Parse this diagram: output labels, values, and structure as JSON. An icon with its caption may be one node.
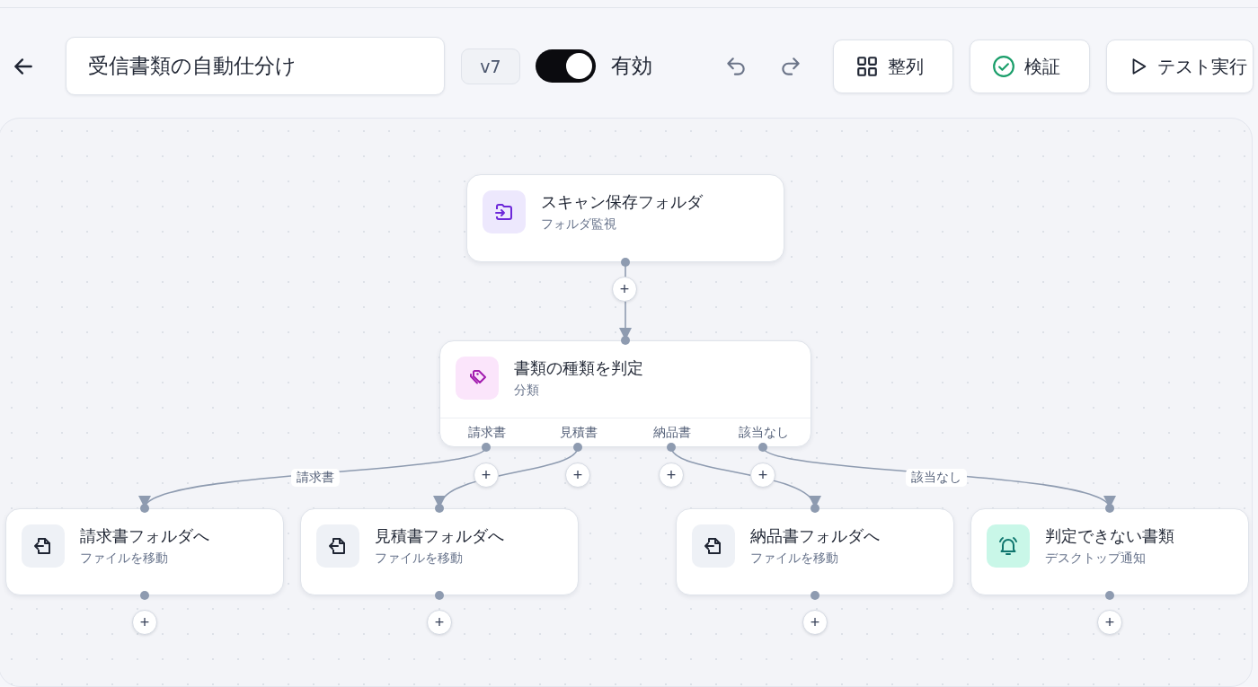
{
  "diagram": {
    "title": "受信書類の自動仕分け",
    "nodes": [
      {
        "text": [
          "スキャン保存フォルダ",
          "フォルダ監視"
        ]
      },
      {
        "text": [
          "書類の種類を判定",
          "分類",
          "請求書",
          "見積書",
          "納品書",
          "該当なし"
        ]
      },
      {
        "text": [
          "請求書フォルダへ",
          "ファイルを移動"
        ]
      },
      {
        "text": [
          "見積書フォルダへ",
          "ファイルを移動"
        ]
      },
      {
        "text": [
          "納品書フォルダへ",
          "ファイルを移動"
        ]
      },
      {
        "text": [
          "判定できない書類",
          "デスクトップ通知"
        ]
      }
    ],
    "edges": [
      {
        "from": 0,
        "to": 1,
        "arrow": "to"
      },
      {
        "from": 1,
        "to": 2,
        "arrow": "to",
        "label": "請求書"
      },
      {
        "from": 1,
        "to": 3,
        "arrow": "to"
      },
      {
        "from": 1,
        "to": 4,
        "arrow": "to"
      },
      {
        "from": 1,
        "to": 5,
        "arrow": "to",
        "label": "該当なし"
      }
    ],
    "labels": [
      "v7",
      "有効",
      "整列",
      "検証",
      "テスト実行",
      "+",
      "+",
      "+",
      "+",
      "+",
      "+",
      "+",
      "+",
      "+"
    ]
  }
}
